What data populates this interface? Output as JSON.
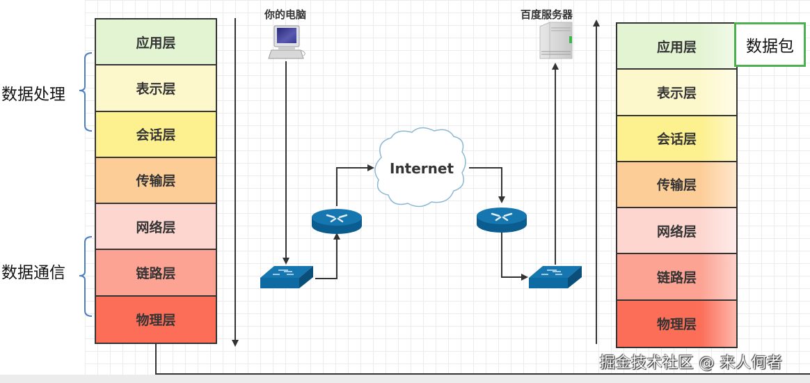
{
  "left_stack": {
    "layers": [
      {
        "label": "应用层",
        "color": "#e3f4d3"
      },
      {
        "label": "表示层",
        "color": "#fdf8cc"
      },
      {
        "label": "会话层",
        "color": "#fdf08e"
      },
      {
        "label": "传输层",
        "color": "#fdcd98"
      },
      {
        "label": "网络层",
        "color": "#fdd6d0"
      },
      {
        "label": "链路层",
        "color": "#fca393"
      },
      {
        "label": "物理层",
        "color": "#fc6e58"
      }
    ]
  },
  "right_stack": {
    "layers": [
      {
        "label": "应用层",
        "color": "#e3f4d3"
      },
      {
        "label": "表示层",
        "color": "#fdf8cc"
      },
      {
        "label": "会话层",
        "color": "#fdf08e"
      },
      {
        "label": "传输层",
        "color": "#fdcd98"
      },
      {
        "label": "网络层",
        "color": "#fdd6d0"
      },
      {
        "label": "链路层",
        "color": "#fca393"
      },
      {
        "label": "物理层",
        "color": "#fc6e58"
      }
    ]
  },
  "groups": {
    "data_processing": "数据处理",
    "data_communication": "数据通信"
  },
  "nodes": {
    "your_computer": "你的电脑",
    "baidu_server": "百度服务器",
    "internet": "Internet"
  },
  "packet_label": "数据包",
  "watermark": "掘金技术社区 @ 来人何者",
  "colors": {
    "device_blue": "#0e6aa3",
    "bracket_blue": "#4a7fc1",
    "packet_green": "#4caf50",
    "line": "#333333"
  }
}
